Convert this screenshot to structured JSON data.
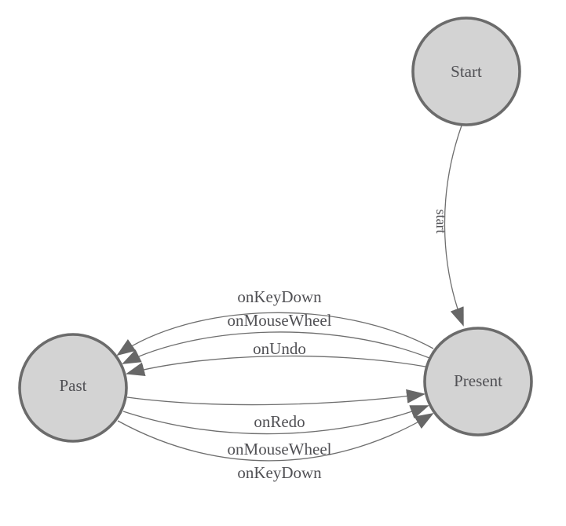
{
  "diagram": {
    "kind": "state-machine",
    "background": "#ffffff",
    "colors": {
      "node_fill": "#d3d3d3",
      "node_stroke": "#6b6b6b",
      "edge": "#6e6e6e",
      "arrow": "#676767",
      "text": "#515155"
    },
    "nodes": [
      {
        "id": "start",
        "label": "Start"
      },
      {
        "id": "present",
        "label": "Present"
      },
      {
        "id": "past",
        "label": "Past"
      }
    ],
    "edges": [
      {
        "from": "Start",
        "to": "Present",
        "label": "start"
      },
      {
        "from": "Present",
        "to": "Past",
        "label": "onKeyDown"
      },
      {
        "from": "Present",
        "to": "Past",
        "label": "onMouseWheel"
      },
      {
        "from": "Present",
        "to": "Past",
        "label": "onUndo"
      },
      {
        "from": "Past",
        "to": "Present",
        "label": "onRedo"
      },
      {
        "from": "Past",
        "to": "Present",
        "label": "onMouseWheel"
      },
      {
        "from": "Past",
        "to": "Present",
        "label": "onKeyDown"
      }
    ]
  }
}
